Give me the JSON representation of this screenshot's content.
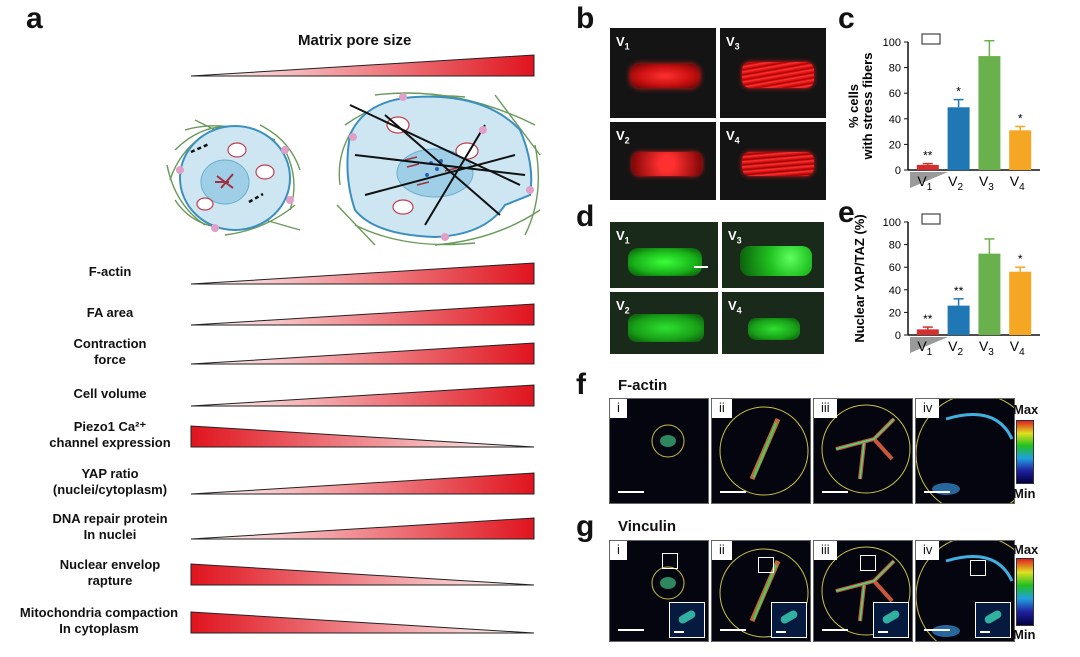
{
  "panels": {
    "a": "a",
    "b": "b",
    "c": "c",
    "d": "d",
    "e": "e",
    "f": "f",
    "g": "g"
  },
  "matrix_title": "Matrix pore size",
  "rows": [
    {
      "lines": [
        "F-actin"
      ],
      "direction": "increasing"
    },
    {
      "lines": [
        "FA area"
      ],
      "direction": "increasing"
    },
    {
      "lines": [
        "Contraction",
        "force"
      ],
      "direction": "increasing"
    },
    {
      "lines": [
        "Cell volume"
      ],
      "direction": "increasing"
    },
    {
      "lines": [
        "Piezo1 Ca²⁺",
        "channel expression"
      ],
      "direction": "decreasing"
    },
    {
      "lines": [
        "YAP ratio",
        "(nuclei/cytoplasm)"
      ],
      "direction": "increasing"
    },
    {
      "lines": [
        "DNA repair protein",
        "In nuclei"
      ],
      "direction": "increasing"
    },
    {
      "lines": [
        "Nuclear envelop",
        "rapture"
      ],
      "direction": "decreasing"
    },
    {
      "lines": [
        "Mitochondria compaction",
        "In cytoplasm"
      ],
      "direction": "decreasing"
    }
  ],
  "variant_labels": {
    "v1": "V",
    "v2": "V",
    "v3": "V",
    "v4": "V",
    "s1": "1",
    "s2": "2",
    "s3": "3",
    "s4": "4"
  },
  "chart_data": [
    {
      "type": "bar",
      "ylabel": "% cells with stress fibers",
      "ylabel_lines": [
        "% cells",
        "with stress fibers"
      ],
      "categories": [
        "V1",
        "V2",
        "V3",
        "V4"
      ],
      "values": [
        4,
        49,
        89,
        31
      ],
      "errors": [
        1,
        6,
        12,
        3
      ],
      "significance": [
        "**",
        "*",
        "",
        "*"
      ],
      "ylim": [
        0,
        100
      ],
      "yticks": [
        "0",
        "20",
        "40",
        "60",
        "80",
        "100"
      ],
      "colors": [
        "#d32f2f",
        "#1f78b4",
        "#6ab04c",
        "#f5a623"
      ]
    },
    {
      "type": "bar",
      "ylabel": "Nuclear YAP/TAZ (%)",
      "categories": [
        "V1",
        "V2",
        "V3",
        "V4"
      ],
      "values": [
        5,
        26,
        72,
        56
      ],
      "errors": [
        2,
        6,
        13,
        4
      ],
      "significance": [
        "**",
        "**",
        "",
        "*"
      ],
      "ylim": [
        0,
        100
      ],
      "yticks": [
        "0",
        "20",
        "40",
        "60",
        "80",
        "100"
      ],
      "colors": [
        "#d32f2f",
        "#1f78b4",
        "#6ab04c",
        "#f5a623"
      ]
    }
  ],
  "f_title": "F-actin",
  "g_title": "Vinculin",
  "roman": [
    "i",
    "ii",
    "iii",
    "iv"
  ],
  "colorbar": {
    "max": "Max",
    "min": "Min"
  }
}
